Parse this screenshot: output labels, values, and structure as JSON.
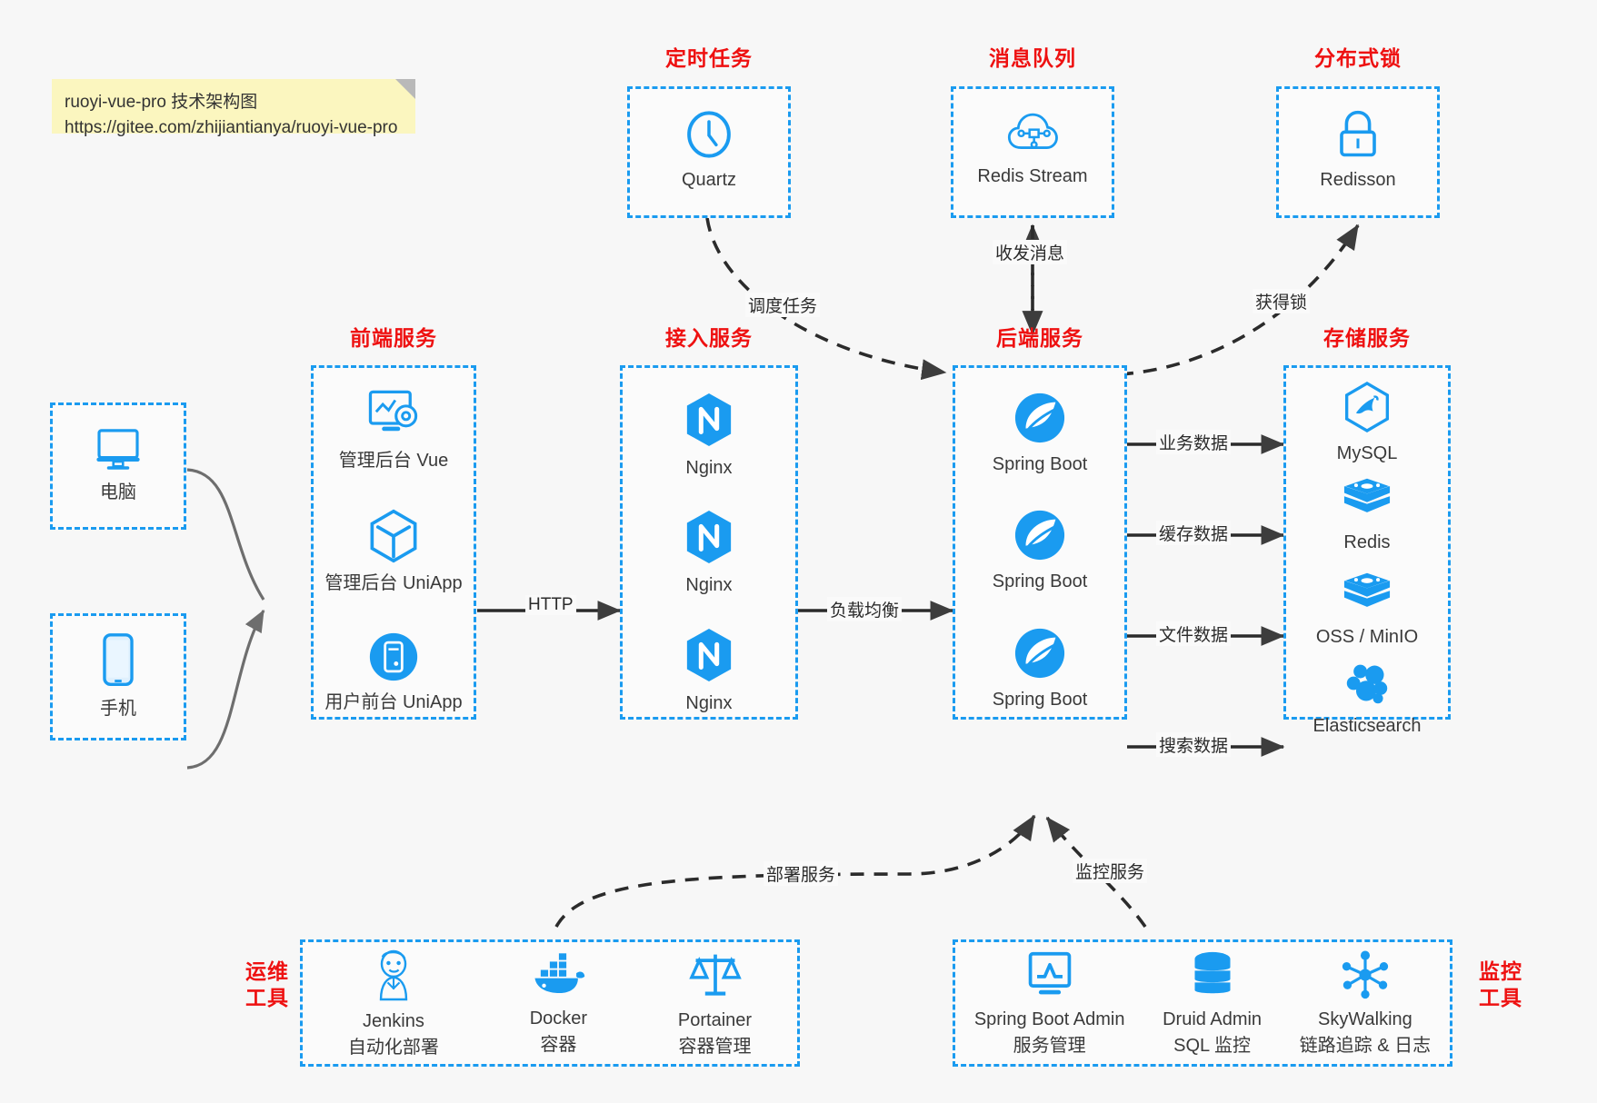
{
  "note": {
    "line1": "ruoyi-vue-pro 技术架构图",
    "line2": "https://gitee.com/zhijiantianya/ruoyi-vue-pro"
  },
  "colors": {
    "accent": "#1a9bf0",
    "group_label": "#ee1111",
    "icon": "#1a9bf0",
    "caption": "#3a3a3a",
    "background": "#f7f7f7",
    "note_bg": "#fbf6bf",
    "edge": "#3d3d3d"
  },
  "groups": {
    "scheduler": {
      "label": "定时任务",
      "nodes": [
        {
          "name": "Quartz",
          "icon": "clock-icon"
        }
      ]
    },
    "mq": {
      "label": "消息队列",
      "nodes": [
        {
          "name": "Redis Stream",
          "icon": "cloud-node-icon"
        }
      ]
    },
    "lock": {
      "label": "分布式锁",
      "nodes": [
        {
          "name": "Redisson",
          "icon": "lock-icon"
        }
      ]
    },
    "clients": {
      "nodes": [
        {
          "name": "电脑",
          "icon": "desktop-icon"
        },
        {
          "name": "手机",
          "icon": "mobile-icon"
        }
      ]
    },
    "frontend": {
      "label": "前端服务",
      "nodes": [
        {
          "name": "管理后台 Vue",
          "icon": "dashboard-gear-icon"
        },
        {
          "name": "管理后台 UniApp",
          "icon": "hexagon-cube-icon"
        },
        {
          "name": "用户前台 UniApp",
          "icon": "mobile-round-icon"
        }
      ]
    },
    "gateway": {
      "label": "接入服务",
      "nodes": [
        {
          "name": "Nginx",
          "icon": "nginx-icon"
        },
        {
          "name": "Nginx",
          "icon": "nginx-icon"
        },
        {
          "name": "Nginx",
          "icon": "nginx-icon"
        }
      ]
    },
    "backend": {
      "label": "后端服务",
      "nodes": [
        {
          "name": "Spring Boot",
          "icon": "spring-icon"
        },
        {
          "name": "Spring Boot",
          "icon": "spring-icon"
        },
        {
          "name": "Spring Boot",
          "icon": "spring-icon"
        }
      ]
    },
    "storage": {
      "label": "存储服务",
      "nodes": [
        {
          "name": "MySQL",
          "icon": "mysql-icon"
        },
        {
          "name": "Redis",
          "icon": "redis-icon"
        },
        {
          "name": "OSS / MinIO",
          "icon": "redis-icon"
        },
        {
          "name": "Elasticsearch",
          "icon": "elasticsearch-icon"
        }
      ]
    },
    "devops": {
      "label_line1": "运维",
      "label_line2": "工具",
      "nodes": [
        {
          "name": "Jenkins",
          "desc": "自动化部署",
          "icon": "jenkins-icon"
        },
        {
          "name": "Docker",
          "desc": "容器",
          "icon": "docker-icon"
        },
        {
          "name": "Portainer",
          "desc": "容器管理",
          "icon": "scales-icon"
        }
      ]
    },
    "monitor": {
      "label_line1": "监控",
      "label_line2": "工具",
      "nodes": [
        {
          "name": "Spring Boot Admin",
          "desc": "服务管理",
          "icon": "monitor-chart-icon"
        },
        {
          "name": "Druid Admin",
          "desc": "SQL 监控",
          "icon": "database-icon"
        },
        {
          "name": "SkyWalking",
          "desc": "链路追踪 & 日志",
          "icon": "skywalking-icon"
        }
      ]
    }
  },
  "edges": [
    {
      "id": "schedule",
      "label": "调度任务",
      "from": "scheduler",
      "to": "backend",
      "style": "dashed"
    },
    {
      "id": "messaging",
      "label": "收发消息",
      "from": "mq",
      "to": "backend",
      "style": "dashed-bidirectional"
    },
    {
      "id": "getlock",
      "label": "获得锁",
      "from": "backend",
      "to": "lock",
      "style": "dashed"
    },
    {
      "id": "http",
      "label": "HTTP",
      "from": "frontend",
      "to": "gateway",
      "style": "solid"
    },
    {
      "id": "lb",
      "label": "负载均衡",
      "from": "gateway",
      "to": "backend",
      "style": "solid"
    },
    {
      "id": "bizdata",
      "label": "业务数据",
      "from": "backend",
      "to": "MySQL",
      "style": "solid"
    },
    {
      "id": "cachedata",
      "label": "缓存数据",
      "from": "backend",
      "to": "Redis",
      "style": "solid"
    },
    {
      "id": "filedata",
      "label": "文件数据",
      "from": "backend",
      "to": "OSS / MinIO",
      "style": "solid"
    },
    {
      "id": "searchdata",
      "label": "搜索数据",
      "from": "backend",
      "to": "Elasticsearch",
      "style": "solid"
    },
    {
      "id": "deploy",
      "label": "部署服务",
      "from": "devops",
      "to": "backend",
      "style": "dashed"
    },
    {
      "id": "monitoring",
      "label": "监控服务",
      "from": "monitor",
      "to": "backend",
      "style": "dashed"
    }
  ]
}
